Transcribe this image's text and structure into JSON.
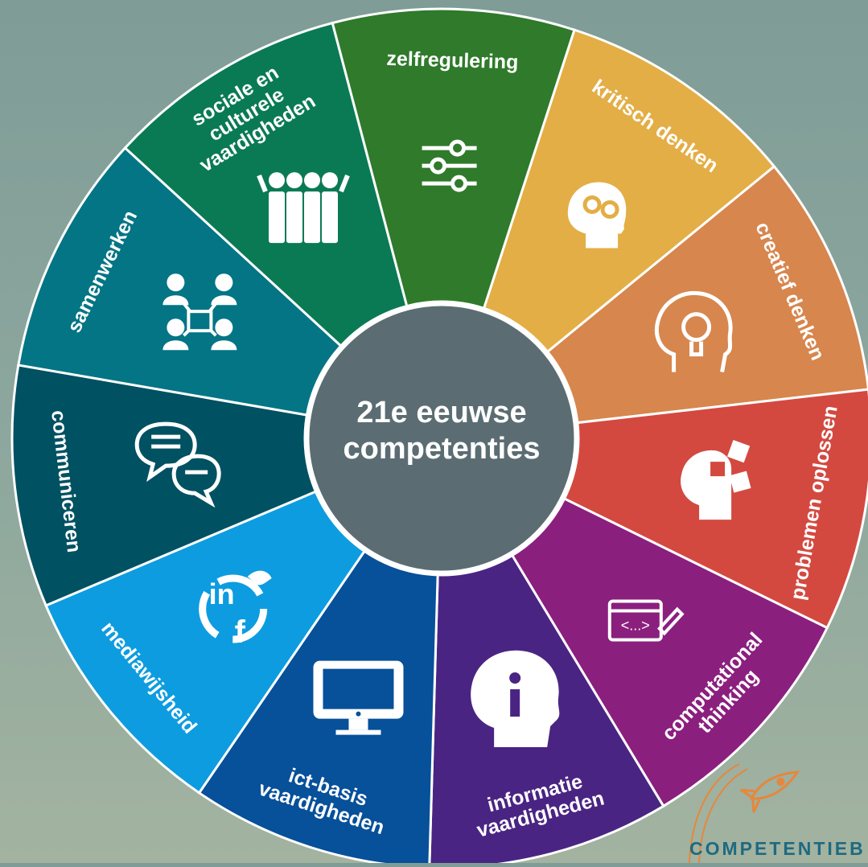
{
  "center": {
    "line1": "21e eeuwse",
    "line2": "competenties"
  },
  "segments": [
    {
      "id": "kritisch-denken",
      "label": [
        "kritisch denken"
      ],
      "color": "#e3ae45",
      "icon": "head-gears-icon"
    },
    {
      "id": "creatief-denken",
      "label": [
        "creatief denken"
      ],
      "color": "#d7864e",
      "icon": "head-lightbulb-icon"
    },
    {
      "id": "problemen-oplossen",
      "label": [
        "problemen oplossen"
      ],
      "color": "#d34940",
      "icon": "head-puzzle-icon"
    },
    {
      "id": "computational-thinking",
      "label": [
        "computational",
        "thinking"
      ],
      "color": "#8b1f7e",
      "icon": "code-window-icon"
    },
    {
      "id": "informatie-vaardigheden",
      "label": [
        "informatie",
        "vaardigheden"
      ],
      "color": "#4a2483",
      "icon": "head-info-icon"
    },
    {
      "id": "ict-basisvaardigheden",
      "label": [
        "ict-basis",
        "vaardigheden"
      ],
      "color": "#07509a",
      "icon": "monitor-icon"
    },
    {
      "id": "mediawijsheid",
      "label": [
        "mediawijsheid"
      ],
      "color": "#0d9ce0",
      "icon": "social-media-icon"
    },
    {
      "id": "communiceren",
      "label": [
        "communiceren"
      ],
      "color": "#005162",
      "icon": "speech-bubbles-icon"
    },
    {
      "id": "samenwerken",
      "label": [
        "samenwerken"
      ],
      "color": "#037585",
      "icon": "network-people-icon"
    },
    {
      "id": "sociale-culturele-vaardigheden",
      "label": [
        "sociale en",
        "culturele",
        "vaardigheden"
      ],
      "color": "#0a7a55",
      "icon": "group-people-icon"
    },
    {
      "id": "zelfregulering",
      "label": [
        "zelfregulering"
      ],
      "color": "#2f7a2b",
      "icon": "sliders-icon"
    }
  ],
  "brand": {
    "name": "COMPETENTIEB",
    "logo": "rocket-icon",
    "color": "#1f6a80",
    "accent": "#e6873c"
  },
  "center_color": "#5b6d72"
}
